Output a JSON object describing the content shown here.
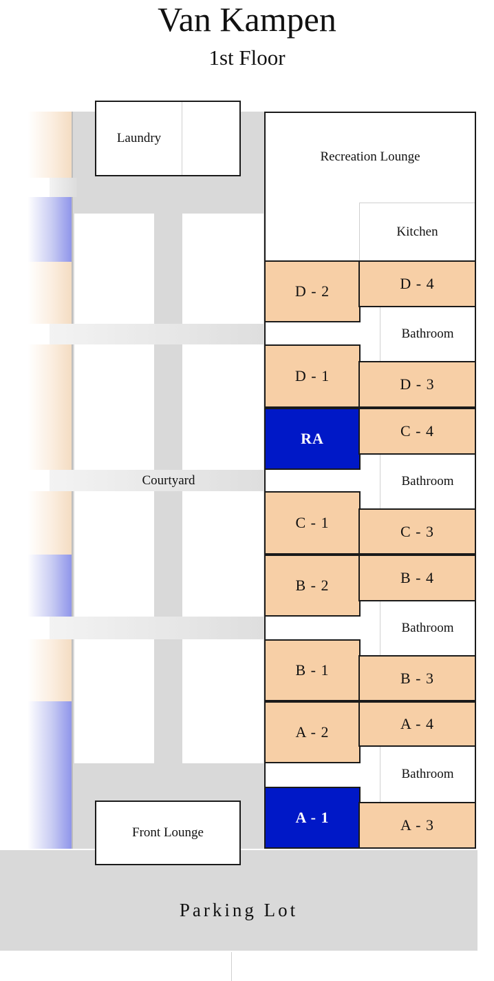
{
  "header": {
    "title": "Van Kampen",
    "subtitle": "1st Floor"
  },
  "colors": {
    "room": "#f7cfa6",
    "ra": "#0018c7",
    "walkway": "#d9d9d9",
    "outline": "#1a1a1a"
  },
  "labels": {
    "laundry": "Laundry",
    "recreation_lounge": "Recreation Lounge",
    "kitchen": "Kitchen",
    "courtyard": "Courtyard",
    "front_lounge": "Front Lounge",
    "parking_lot": "Parking Lot",
    "bathroom": "Bathroom"
  },
  "rooms": {
    "d2": "D - 2",
    "d4": "D - 4",
    "d1": "D - 1",
    "d3": "D - 3",
    "ra": "RA",
    "c4": "C - 4",
    "c1": "C - 1",
    "c3": "C - 3",
    "b2": "B - 2",
    "b4": "B - 4",
    "b1": "B - 1",
    "b3": "B - 3",
    "a2": "A - 2",
    "a4": "A - 4",
    "a1": "A - 1",
    "a3": "A - 3"
  }
}
